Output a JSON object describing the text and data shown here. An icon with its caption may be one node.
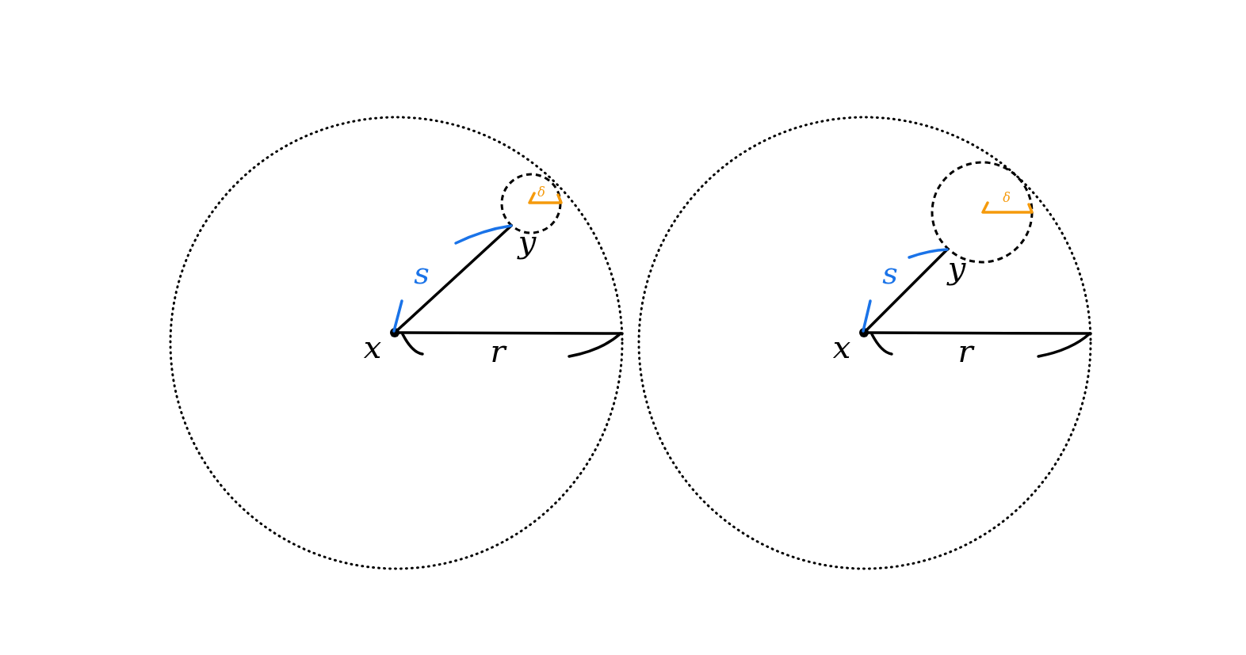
{
  "diagram": {
    "labels": [
      "δ",
      "y",
      "s",
      "x",
      "r",
      "δ",
      "y",
      "s",
      "x",
      "r"
    ]
  }
}
